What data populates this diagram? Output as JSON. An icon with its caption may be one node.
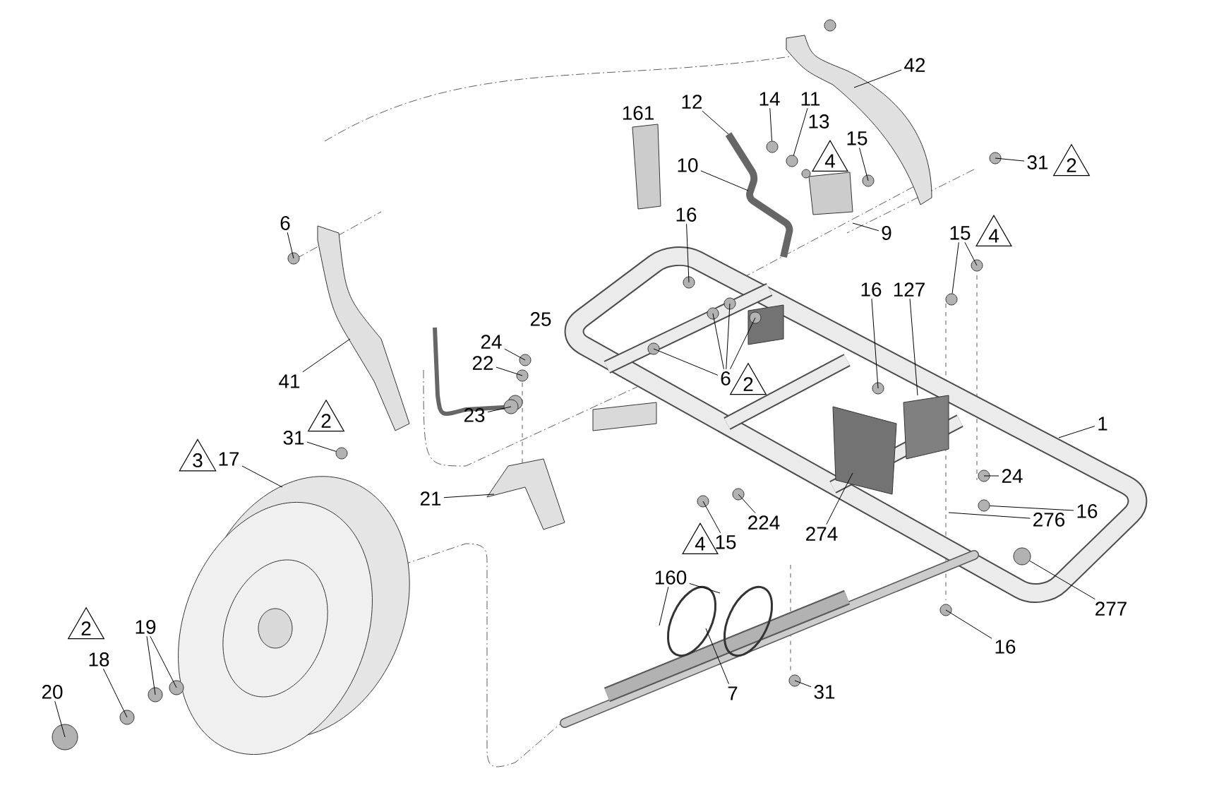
{
  "diagram": {
    "nodes": [
      {
        "text": [
          "42"
        ]
      },
      {
        "text": [
          "12"
        ]
      },
      {
        "text": [
          "14"
        ]
      },
      {
        "text": [
          "11"
        ]
      },
      {
        "text": [
          "15"
        ]
      },
      {
        "text": [
          "4"
        ]
      },
      {
        "text": [
          "10"
        ]
      },
      {
        "text": [
          "31"
        ]
      },
      {
        "text": [
          "2"
        ]
      },
      {
        "text": [
          "16"
        ]
      },
      {
        "text": [
          "9"
        ]
      },
      {
        "text": [
          "15"
        ]
      },
      {
        "text": [
          "4"
        ]
      },
      {
        "text": [
          "6"
        ]
      },
      {
        "text": [
          "16"
        ]
      },
      {
        "text": [
          "127"
        ]
      },
      {
        "text": [
          "24"
        ]
      },
      {
        "text": [
          "22"
        ]
      },
      {
        "text": [
          "6"
        ]
      },
      {
        "text": [
          "2"
        ]
      },
      {
        "text": [
          "41"
        ]
      },
      {
        "text": [
          "23"
        ]
      },
      {
        "text": [
          "1"
        ]
      },
      {
        "text": [
          "31"
        ]
      },
      {
        "text": [
          "2"
        ]
      },
      {
        "text": [
          "3"
        ]
      },
      {
        "text": [
          "17"
        ]
      },
      {
        "text": [
          "24"
        ]
      },
      {
        "text": [
          "21"
        ]
      },
      {
        "text": [
          "16"
        ]
      },
      {
        "text": [
          "224"
        ]
      },
      {
        "text": [
          "276"
        ]
      },
      {
        "text": [
          "274"
        ]
      },
      {
        "text": [
          "4"
        ]
      },
      {
        "text": [
          "15"
        ]
      },
      {
        "text": [
          "160"
        ]
      },
      {
        "text": [
          "277"
        ]
      },
      {
        "text": [
          "2"
        ]
      },
      {
        "text": [
          "19"
        ]
      },
      {
        "text": [
          "16"
        ]
      },
      {
        "text": [
          "18"
        ]
      },
      {
        "text": [
          "31"
        ]
      },
      {
        "text": [
          "7"
        ]
      },
      {
        "text": [
          "20"
        ]
      },
      {
        "text": [],
        "shape": "circle"
      },
      {
        "text": [],
        "shape": "circle"
      },
      {
        "text": [],
        "shape": "circle"
      },
      {
        "text": [],
        "shape": "circle"
      },
      {
        "text": [],
        "shape": "circle"
      },
      {
        "text": [],
        "shape": "circle"
      }
    ],
    "edges": [
      {
        "from": 0,
        "to": null,
        "arrow": "none"
      },
      {
        "from": 1,
        "to": null,
        "arrow": "none"
      },
      {
        "from": 2,
        "to": 49,
        "arrow": "none"
      },
      {
        "from": 3,
        "to": 48,
        "arrow": "none"
      },
      {
        "from": 4,
        "to": null,
        "arrow": "none"
      },
      {
        "from": 6,
        "to": null,
        "arrow": "none"
      },
      {
        "from": 7,
        "to": null,
        "arrow": "none"
      },
      {
        "from": 9,
        "to": null,
        "arrow": "none"
      },
      {
        "from": 10,
        "to": null,
        "arrow": "none"
      },
      {
        "from": 11,
        "to": 44,
        "arrow": "none"
      },
      {
        "from": 11,
        "to": null,
        "arrow": "none"
      },
      {
        "from": 13,
        "to": null,
        "arrow": "none"
      },
      {
        "from": 14,
        "to": null,
        "arrow": "none"
      },
      {
        "from": 15,
        "to": null,
        "arrow": "none"
      },
      {
        "from": 16,
        "to": null,
        "arrow": "none"
      },
      {
        "from": 17,
        "to": null,
        "arrow": "none"
      },
      {
        "from": 18,
        "to": null,
        "arrow": "none"
      },
      {
        "from": 18,
        "to": null,
        "arrow": "none"
      },
      {
        "from": 18,
        "to": null,
        "arrow": "none"
      },
      {
        "from": 18,
        "to": null,
        "arrow": "none"
      },
      {
        "from": 20,
        "to": null,
        "arrow": "none"
      },
      {
        "from": 21,
        "to": null,
        "arrow": "none"
      },
      {
        "from": 22,
        "to": null,
        "arrow": "none"
      },
      {
        "from": 23,
        "to": 45,
        "arrow": "none"
      },
      {
        "from": 26,
        "to": null,
        "arrow": "none"
      },
      {
        "from": 27,
        "to": null,
        "arrow": "none"
      },
      {
        "from": 28,
        "to": null,
        "arrow": "none"
      },
      {
        "from": 29,
        "to": 46,
        "arrow": "none"
      },
      {
        "from": 30,
        "to": null,
        "arrow": "none"
      },
      {
        "from": 31,
        "to": null,
        "arrow": "none"
      },
      {
        "from": 32,
        "to": null,
        "arrow": "none"
      },
      {
        "from": 34,
        "to": null,
        "arrow": "none"
      },
      {
        "from": 35,
        "to": null,
        "arrow": "none"
      },
      {
        "from": 35,
        "to": null,
        "arrow": "none"
      },
      {
        "from": 36,
        "to": 47,
        "arrow": "none"
      },
      {
        "from": 38,
        "to": null,
        "arrow": "none"
      },
      {
        "from": 38,
        "to": null,
        "arrow": "none"
      },
      {
        "from": 39,
        "to": null,
        "arrow": "none"
      },
      {
        "from": 40,
        "to": null,
        "arrow": "none"
      },
      {
        "from": 41,
        "to": null,
        "arrow": "none"
      },
      {
        "from": 42,
        "to": null,
        "arrow": "none"
      },
      {
        "from": 43,
        "to": null,
        "arrow": "none"
      }
    ],
    "labels": [
      "161",
      "13",
      "25"
    ]
  }
}
